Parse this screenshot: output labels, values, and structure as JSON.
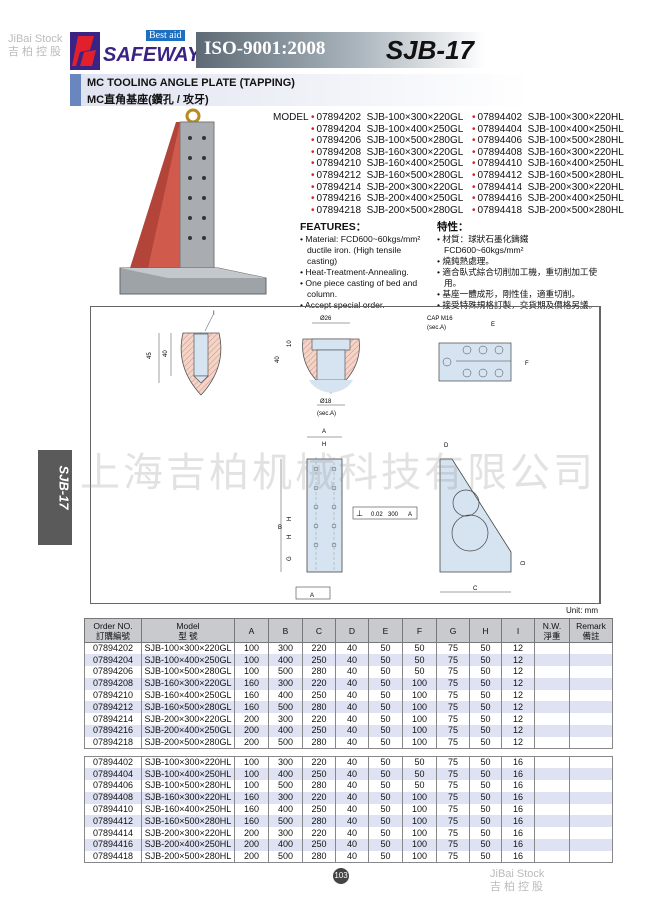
{
  "watermark": {
    "en": "JiBai Stock",
    "cn": "吉柏控股",
    "big": "上海吉柏机械科技有限公司"
  },
  "header": {
    "brand": "SAFEWAY",
    "tagline": "Best aid",
    "iso": "ISO-9001:2008",
    "code": "SJB-17"
  },
  "subtitle": {
    "en": "MC TOOLING ANGLE PLATE (TAPPING)",
    "cn": "MC直角基座(鑽孔 / 攻牙)"
  },
  "models": {
    "label": "MODEL",
    "gl": [
      "07894202  SJB-100×300×220GL",
      "07894204  SJB-100×400×250GL",
      "07894206  SJB-100×500×280GL",
      "07894208  SJB-160×300×220GL",
      "07894210  SJB-160×400×250GL",
      "07894212  SJB-160×500×280GL",
      "07894214  SJB-200×300×220GL",
      "07894216  SJB-200×400×250GL",
      "07894218  SJB-200×500×280GL"
    ],
    "hl": [
      "07894402  SJB-100×300×220HL",
      "07894404  SJB-100×400×250HL",
      "07894406  SJB-100×500×280HL",
      "07894408  SJB-160×300×220HL",
      "07894410  SJB-160×400×250HL",
      "07894412  SJB-160×500×280HL",
      "07894414  SJB-200×300×220HL",
      "07894416  SJB-200×400×250HL",
      "07894418  SJB-200×500×280HL"
    ]
  },
  "features": {
    "title": "FEATURES：",
    "items": [
      "Material: FCD600~60kgs/mm² ductile iron. (High tensile casting)",
      "Heat-Treatment-Annealing.",
      "One piece casting of bed and column.",
      "Accept special order."
    ]
  },
  "features_cn": {
    "title": "特性：",
    "items": [
      "材質：球狀石墨化鑄鐵FCD600~60kgs/mm²",
      "燒鈍熱處理。",
      "適合臥式綜合切削加工機，重切削加工使用。",
      "基座一體成形，剛性佳，適重切削。",
      "接受特殊規格訂製，交貨期及價格另議。"
    ]
  },
  "drawing": {
    "d26": "Ø26",
    "d10": "10",
    "d40b": "40",
    "d18": "Ø18",
    "secA1": "(sec.A)",
    "d45": "45",
    "d40": "40",
    "I": "I",
    "cap": "CAP M16",
    "secA2": "(sec.A)",
    "E": "E",
    "F": "F",
    "A": "A",
    "H": "H",
    "B": "B",
    "H2": "H",
    "H3": "H",
    "G": "G",
    "D": "D",
    "D2": "D",
    "C": "C",
    "tol": "0.02",
    "tollen": "300",
    "datum": "A",
    "datum2": "A"
  },
  "sidetab": "SJB-17",
  "unit": "Unit: mm",
  "table": {
    "headers": [
      "Order NO.\n訂購編號",
      "Model\n型 號",
      "A",
      "B",
      "C",
      "D",
      "E",
      "F",
      "G",
      "H",
      "I",
      "N.W.\n淨重",
      "Remark\n備註"
    ],
    "group1": [
      [
        "07894202",
        "SJB-100×300×220GL",
        "100",
        "300",
        "220",
        "40",
        "50",
        "50",
        "75",
        "50",
        "12",
        "",
        ""
      ],
      [
        "07894204",
        "SJB-100×400×250GL",
        "100",
        "400",
        "250",
        "40",
        "50",
        "50",
        "75",
        "50",
        "12",
        "",
        ""
      ],
      [
        "07894206",
        "SJB-100×500×280GL",
        "100",
        "500",
        "280",
        "40",
        "50",
        "50",
        "75",
        "50",
        "12",
        "",
        ""
      ],
      [
        "07894208",
        "SJB-160×300×220GL",
        "160",
        "300",
        "220",
        "40",
        "50",
        "100",
        "75",
        "50",
        "12",
        "",
        ""
      ],
      [
        "07894210",
        "SJB-160×400×250GL",
        "160",
        "400",
        "250",
        "40",
        "50",
        "100",
        "75",
        "50",
        "12",
        "",
        ""
      ],
      [
        "07894212",
        "SJB-160×500×280GL",
        "160",
        "500",
        "280",
        "40",
        "50",
        "100",
        "75",
        "50",
        "12",
        "",
        ""
      ],
      [
        "07894214",
        "SJB-200×300×220GL",
        "200",
        "300",
        "220",
        "40",
        "50",
        "100",
        "75",
        "50",
        "12",
        "",
        ""
      ],
      [
        "07894216",
        "SJB-200×400×250GL",
        "200",
        "400",
        "250",
        "40",
        "50",
        "100",
        "75",
        "50",
        "12",
        "",
        ""
      ],
      [
        "07894218",
        "SJB-200×500×280GL",
        "200",
        "500",
        "280",
        "40",
        "50",
        "100",
        "75",
        "50",
        "12",
        "",
        ""
      ]
    ],
    "group2": [
      [
        "07894402",
        "SJB-100×300×220HL",
        "100",
        "300",
        "220",
        "40",
        "50",
        "50",
        "75",
        "50",
        "16",
        "",
        ""
      ],
      [
        "07894404",
        "SJB-100×400×250HL",
        "100",
        "400",
        "250",
        "40",
        "50",
        "50",
        "75",
        "50",
        "16",
        "",
        ""
      ],
      [
        "07894406",
        "SJB-100×500×280HL",
        "100",
        "500",
        "280",
        "40",
        "50",
        "50",
        "75",
        "50",
        "16",
        "",
        ""
      ],
      [
        "07894408",
        "SJB-160×300×220HL",
        "160",
        "300",
        "220",
        "40",
        "50",
        "100",
        "75",
        "50",
        "16",
        "",
        ""
      ],
      [
        "07894410",
        "SJB-160×400×250HL",
        "160",
        "400",
        "250",
        "40",
        "50",
        "100",
        "75",
        "50",
        "16",
        "",
        ""
      ],
      [
        "07894412",
        "SJB-160×500×280HL",
        "160",
        "500",
        "280",
        "40",
        "50",
        "100",
        "75",
        "50",
        "16",
        "",
        ""
      ],
      [
        "07894414",
        "SJB-200×300×220HL",
        "200",
        "300",
        "220",
        "40",
        "50",
        "100",
        "75",
        "50",
        "16",
        "",
        ""
      ],
      [
        "07894416",
        "SJB-200×400×250HL",
        "200",
        "400",
        "250",
        "40",
        "50",
        "100",
        "75",
        "50",
        "16",
        "",
        ""
      ],
      [
        "07894418",
        "SJB-200×500×280HL",
        "200",
        "500",
        "280",
        "40",
        "50",
        "100",
        "75",
        "50",
        "16",
        "",
        ""
      ]
    ]
  },
  "page_number": "103"
}
